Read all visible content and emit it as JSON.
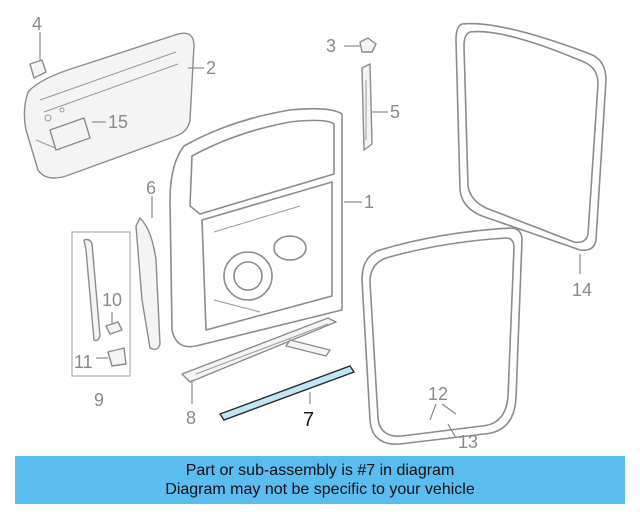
{
  "callouts": {
    "c1": "1",
    "c2": "2",
    "c3": "3",
    "c4": "4",
    "c5": "5",
    "c6": "6",
    "c7": "7",
    "c8": "8",
    "c9": "9",
    "c10": "10",
    "c11": "11",
    "c12": "12",
    "c13": "13",
    "c14": "14",
    "c15": "15"
  },
  "highlight_part": "7",
  "banner": {
    "line1": "Part or sub-assembly is #7 in diagram",
    "line2": "Diagram may not be specific to your vehicle"
  },
  "colors": {
    "banner_bg": "#5bbcf0",
    "highlight_fill": "#bfe6f7",
    "line_art": "#8c8c8c"
  }
}
